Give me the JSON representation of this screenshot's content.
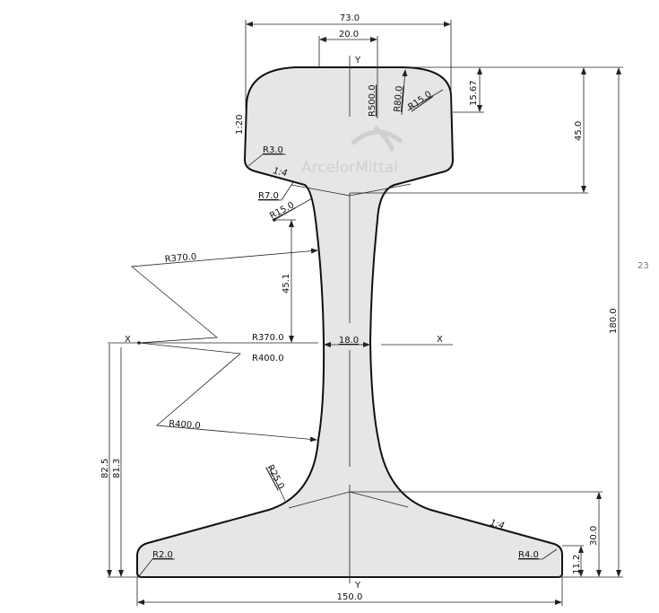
{
  "page_number": "23",
  "watermark": "ArcelorMittal",
  "colors": {
    "profile_fill": "#e6e6e6",
    "outline": "#111111",
    "page_number": "#777777"
  },
  "axes": {
    "y_top": "Y",
    "y_bottom": "Y",
    "x_left": "X",
    "x_right": "X"
  },
  "dimensions": {
    "head_width": "73.0",
    "crown_width": "20.0",
    "head_side_depth": "15.67",
    "head_height": "45.0",
    "rail_height": "180.0",
    "web_height": "45.1",
    "web_thickness": "18.0",
    "neutral_axis_82": "82.5",
    "neutral_axis_81": "81.3",
    "foot_height": "30.0",
    "foot_edge": "11.2",
    "foot_width": "150.0"
  },
  "radii": {
    "r500": "R500.0",
    "r80": "R80.0",
    "r15_head": "R15.0",
    "r3": "R3.0",
    "r7": "R7.0",
    "r15_web": "R15.0",
    "r370_top": "R370.0",
    "r370_mid": "R370.0",
    "r400_mid": "R400.0",
    "r400_bottom": "R400.0",
    "r25": "R25.0",
    "r2": "R2.0",
    "r4": "R4.0"
  },
  "slopes": {
    "head_side": "1:20",
    "head_under": "1:4",
    "foot_top": "1:4"
  }
}
